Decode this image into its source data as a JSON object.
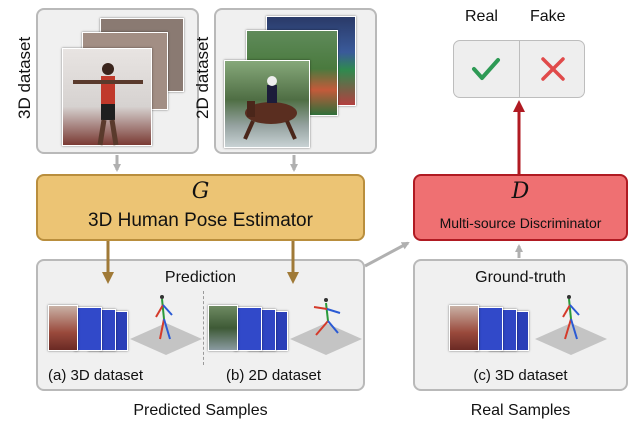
{
  "top_left": {
    "label": "3D dataset"
  },
  "top_mid": {
    "label": "2D dataset"
  },
  "verdict": {
    "real_label": "Real",
    "fake_label": "Fake"
  },
  "generator": {
    "symbol": "G",
    "title": "3D Human Pose Estimator"
  },
  "discriminator": {
    "symbol": "D",
    "title": "Multi-source Discriminator"
  },
  "prediction_panel": {
    "title": "Prediction",
    "caption_a": "(a) 3D dataset",
    "caption_b": "(b) 2D dataset",
    "footer": "Predicted Samples"
  },
  "groundtruth_panel": {
    "title": "Ground-truth",
    "caption_c": "(c) 3D dataset",
    "footer": "Real Samples"
  },
  "colors": {
    "generator_fill": "#ecc474",
    "generator_border": "#b98e3d",
    "discriminator_fill": "#ef7072",
    "discriminator_border": "#b01a22",
    "gold_arrow": "#a07a37",
    "red_arrow": "#b01a22",
    "grey_arrow": "#b0b0b0",
    "check": "#2e9a55",
    "cross": "#e04a4a"
  },
  "icons": [
    "check-icon",
    "cross-icon",
    "skeleton-3d-icon"
  ]
}
